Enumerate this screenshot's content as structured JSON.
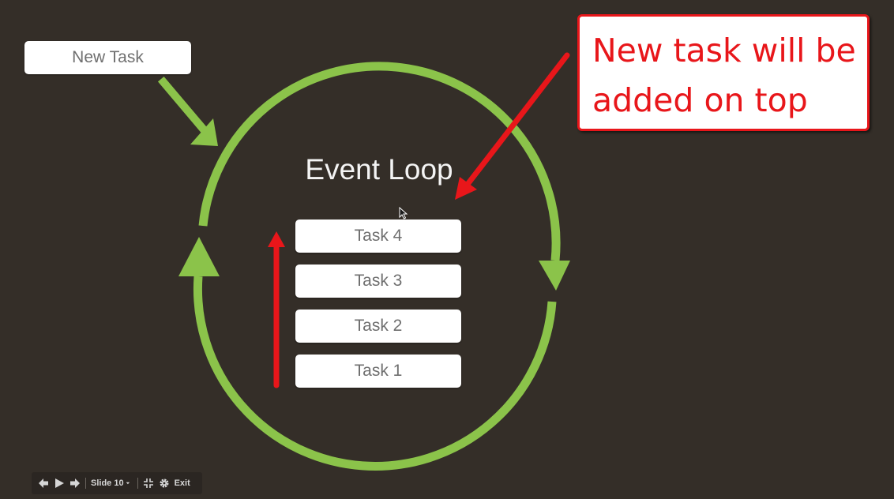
{
  "slide": {
    "new_task_label": "New Task",
    "loop_title": "Event Loop",
    "tasks": [
      {
        "label": "Task 4"
      },
      {
        "label": "Task 3"
      },
      {
        "label": "Task 2"
      },
      {
        "label": "Task 1"
      }
    ],
    "callout": {
      "line1": "New task will be",
      "line2": "added on top"
    }
  },
  "toolbar": {
    "prev_icon": "arrow-left-icon",
    "play_icon": "play-icon",
    "next_icon": "arrow-right-icon",
    "slide_label": "Slide 10",
    "slide_dropdown_icon": "chevron-down-icon",
    "fullscreen_exit_icon": "collapse-icon",
    "settings_icon": "gear-icon",
    "exit_label": "Exit"
  },
  "colors": {
    "background": "#342e28",
    "loop_green": "#8bc34a",
    "accent_red": "#e8161a",
    "box_white": "#ffffff",
    "box_text": "#6f6f6f"
  }
}
